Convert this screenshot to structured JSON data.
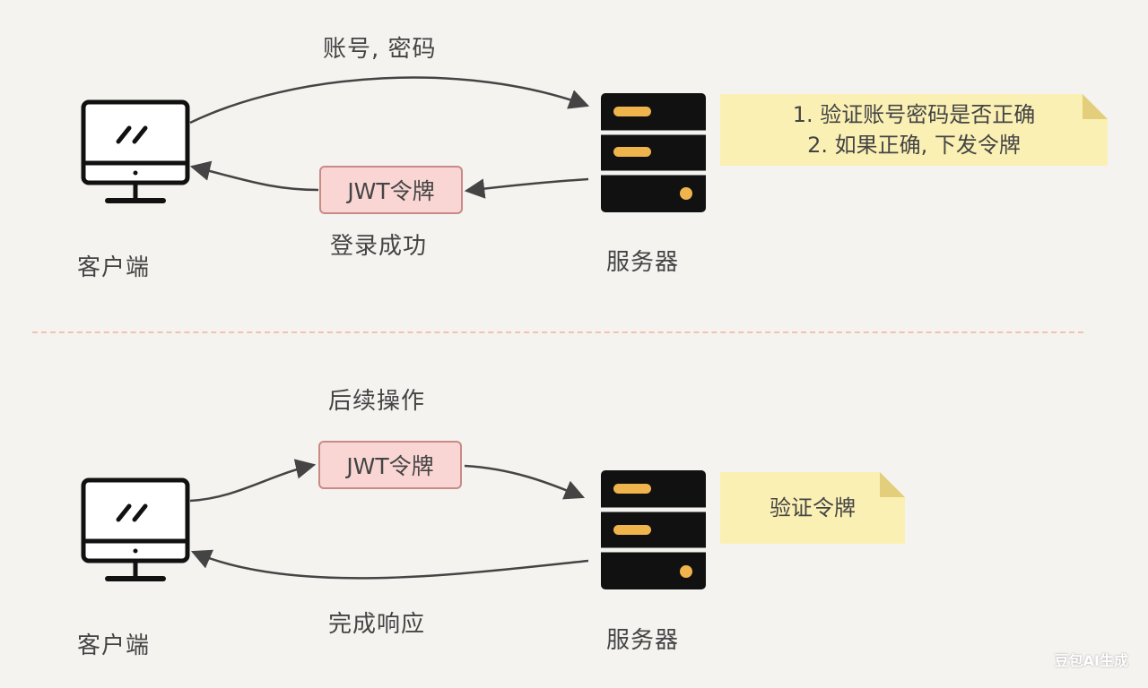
{
  "top": {
    "request_label": "账号, 密码",
    "token_label": "JWT令牌",
    "response_label": "登录成功",
    "client_label": "客户端",
    "server_label": "服务器",
    "note_lines": [
      "1. 验证账号密码是否正确",
      "2. 如果正确, 下发令牌"
    ]
  },
  "bottom": {
    "request_label": "后续操作",
    "token_label": "JWT令牌",
    "response_label": "完成响应",
    "client_label": "客户端",
    "server_label": "服务器",
    "note_text": "验证令牌"
  },
  "watermark": "豆包AI生成",
  "colors": {
    "token_fill": "#f9d6d4",
    "token_border": "#c98a86",
    "note_fill": "#fbf0b4",
    "server_light": "#f0b44c",
    "divider": "#f2c3a9"
  },
  "icons": [
    "computer-monitor-icon",
    "server-rack-icon"
  ]
}
